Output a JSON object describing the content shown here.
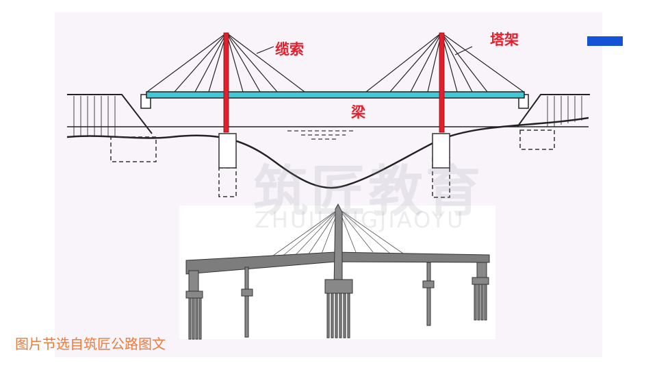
{
  "labels": {
    "cable": "缆索",
    "tower": "塔架",
    "beam": "梁"
  },
  "watermark": {
    "cn": "筑匠教育",
    "en": "ZHUJIANGJIAOYU"
  },
  "caption": "图片节选自筑匠公路图文",
  "colors": {
    "tower": "#e2202c",
    "beam": "#3fc9d6",
    "caption": "#f07a3a",
    "tag": "#1553d6"
  }
}
